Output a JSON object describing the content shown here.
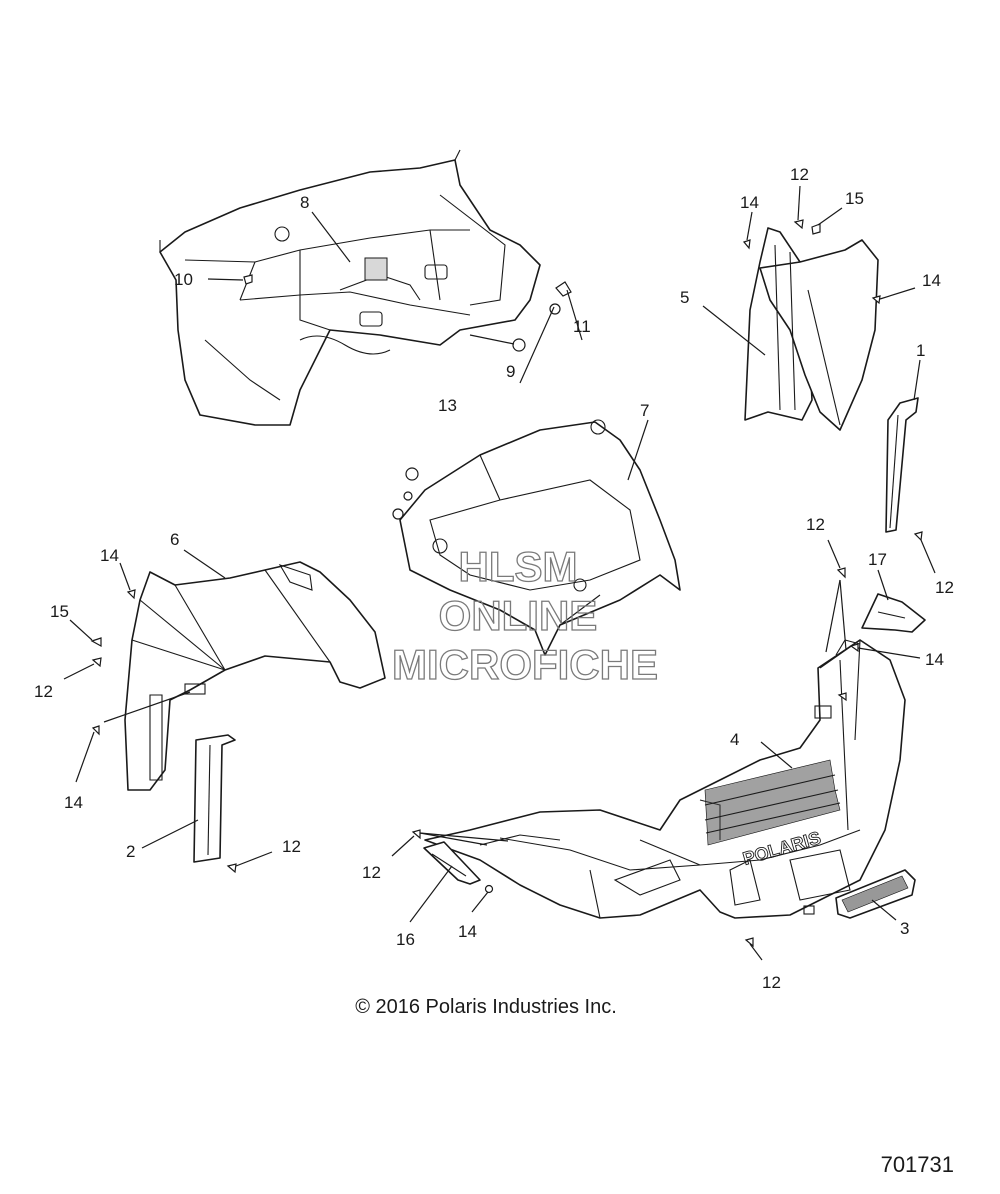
{
  "callouts": [
    {
      "id": "c1",
      "label": "1"
    },
    {
      "id": "c2",
      "label": "2"
    },
    {
      "id": "c3",
      "label": "3"
    },
    {
      "id": "c4",
      "label": "4"
    },
    {
      "id": "c5",
      "label": "5"
    },
    {
      "id": "c6",
      "label": "6"
    },
    {
      "id": "c7",
      "label": "7"
    },
    {
      "id": "c8",
      "label": "8"
    },
    {
      "id": "c9",
      "label": "9"
    },
    {
      "id": "c10",
      "label": "10"
    },
    {
      "id": "c11",
      "label": "11"
    },
    {
      "id": "c12a",
      "label": "12"
    },
    {
      "id": "c12b",
      "label": "12"
    },
    {
      "id": "c12c",
      "label": "12"
    },
    {
      "id": "c12d",
      "label": "12"
    },
    {
      "id": "c12e",
      "label": "12"
    },
    {
      "id": "c12f",
      "label": "12"
    },
    {
      "id": "c12g",
      "label": "12"
    },
    {
      "id": "c13",
      "label": "13"
    },
    {
      "id": "c14a",
      "label": "14"
    },
    {
      "id": "c14b",
      "label": "14"
    },
    {
      "id": "c14c",
      "label": "14"
    },
    {
      "id": "c14d",
      "label": "14"
    },
    {
      "id": "c14e",
      "label": "14"
    },
    {
      "id": "c14f",
      "label": "14"
    },
    {
      "id": "c15a",
      "label": "15"
    },
    {
      "id": "c15b",
      "label": "15"
    },
    {
      "id": "c16",
      "label": "16"
    },
    {
      "id": "c17",
      "label": "17"
    }
  ],
  "watermark": {
    "line1": "HLSM",
    "line2": "ONLINE",
    "line3": "MICROFICHE"
  },
  "copyright": "© 2016 Polaris Industries Inc.",
  "document_number": "701731",
  "brand_on_bumper": "POLARIS"
}
